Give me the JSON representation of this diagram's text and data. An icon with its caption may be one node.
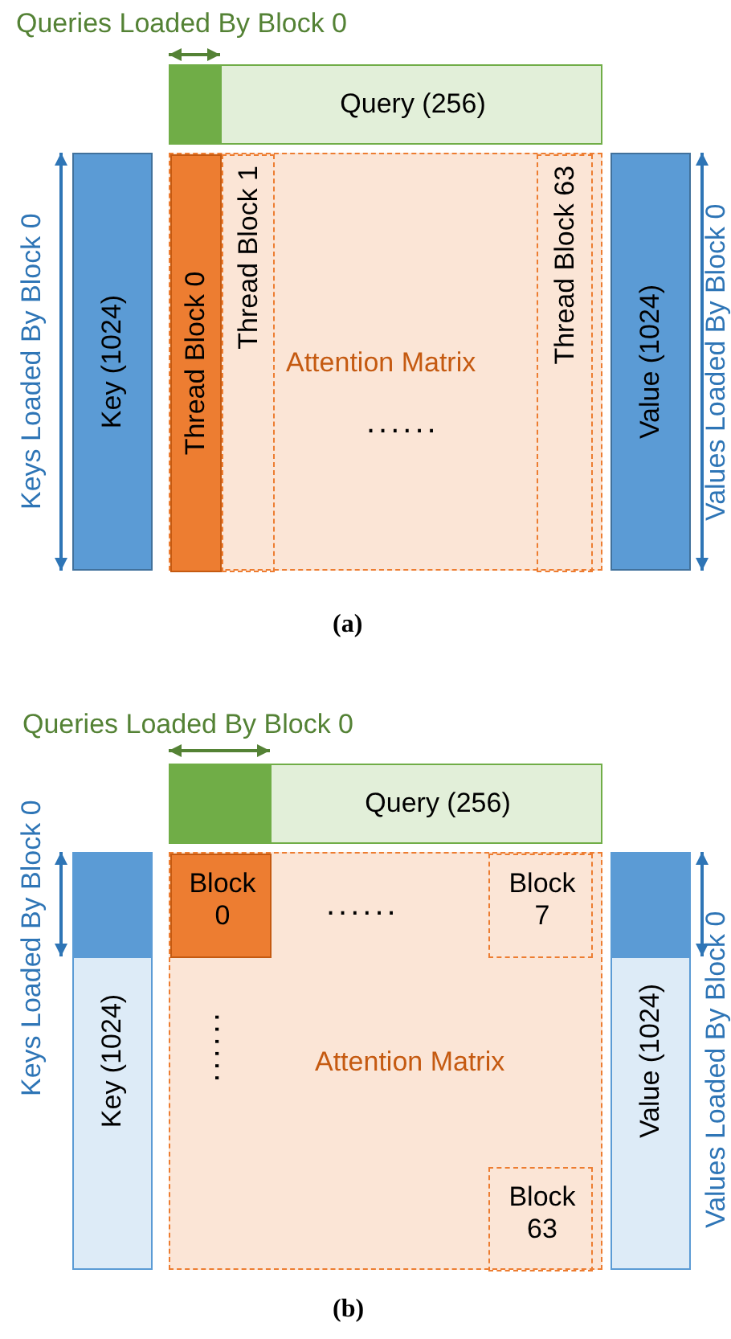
{
  "diagram": {
    "nodes": [
      {
        "text": [
          "Query (256)"
        ]
      },
      {
        "text": [
          "Key (1024)"
        ]
      },
      {
        "text": [
          "Attention Matrix"
        ]
      },
      {
        "text": [
          "Thread Block 0"
        ],
        "in": 2
      },
      {
        "text": [
          "Thread Block 1"
        ],
        "in": 2
      },
      {
        "text": [
          "Thread Block 63"
        ],
        "in": 2
      },
      {
        "text": [
          "Value (1024)"
        ]
      },
      {
        "text": [
          "Query (256)"
        ]
      },
      {
        "text": [
          "Key (1024)"
        ]
      },
      {
        "text": [
          "Attention Matrix"
        ]
      },
      {
        "text": [
          "Block 0"
        ],
        "in": 9
      },
      {
        "text": [
          "Block 7"
        ],
        "in": 9
      },
      {
        "text": [
          "Block 63"
        ],
        "in": 9
      },
      {
        "text": [
          "Value (1024)"
        ]
      }
    ],
    "edges": [],
    "labels": [
      "Queries Loaded By Block 0",
      "Keys Loaded By Block 0",
      "......",
      "Values Loaded By Block 0",
      "(a)",
      "Queries Loaded By Block 0",
      "Keys Loaded By Block 0",
      "......",
      "......",
      "Values Loaded By Block 0",
      "(b)"
    ]
  }
}
